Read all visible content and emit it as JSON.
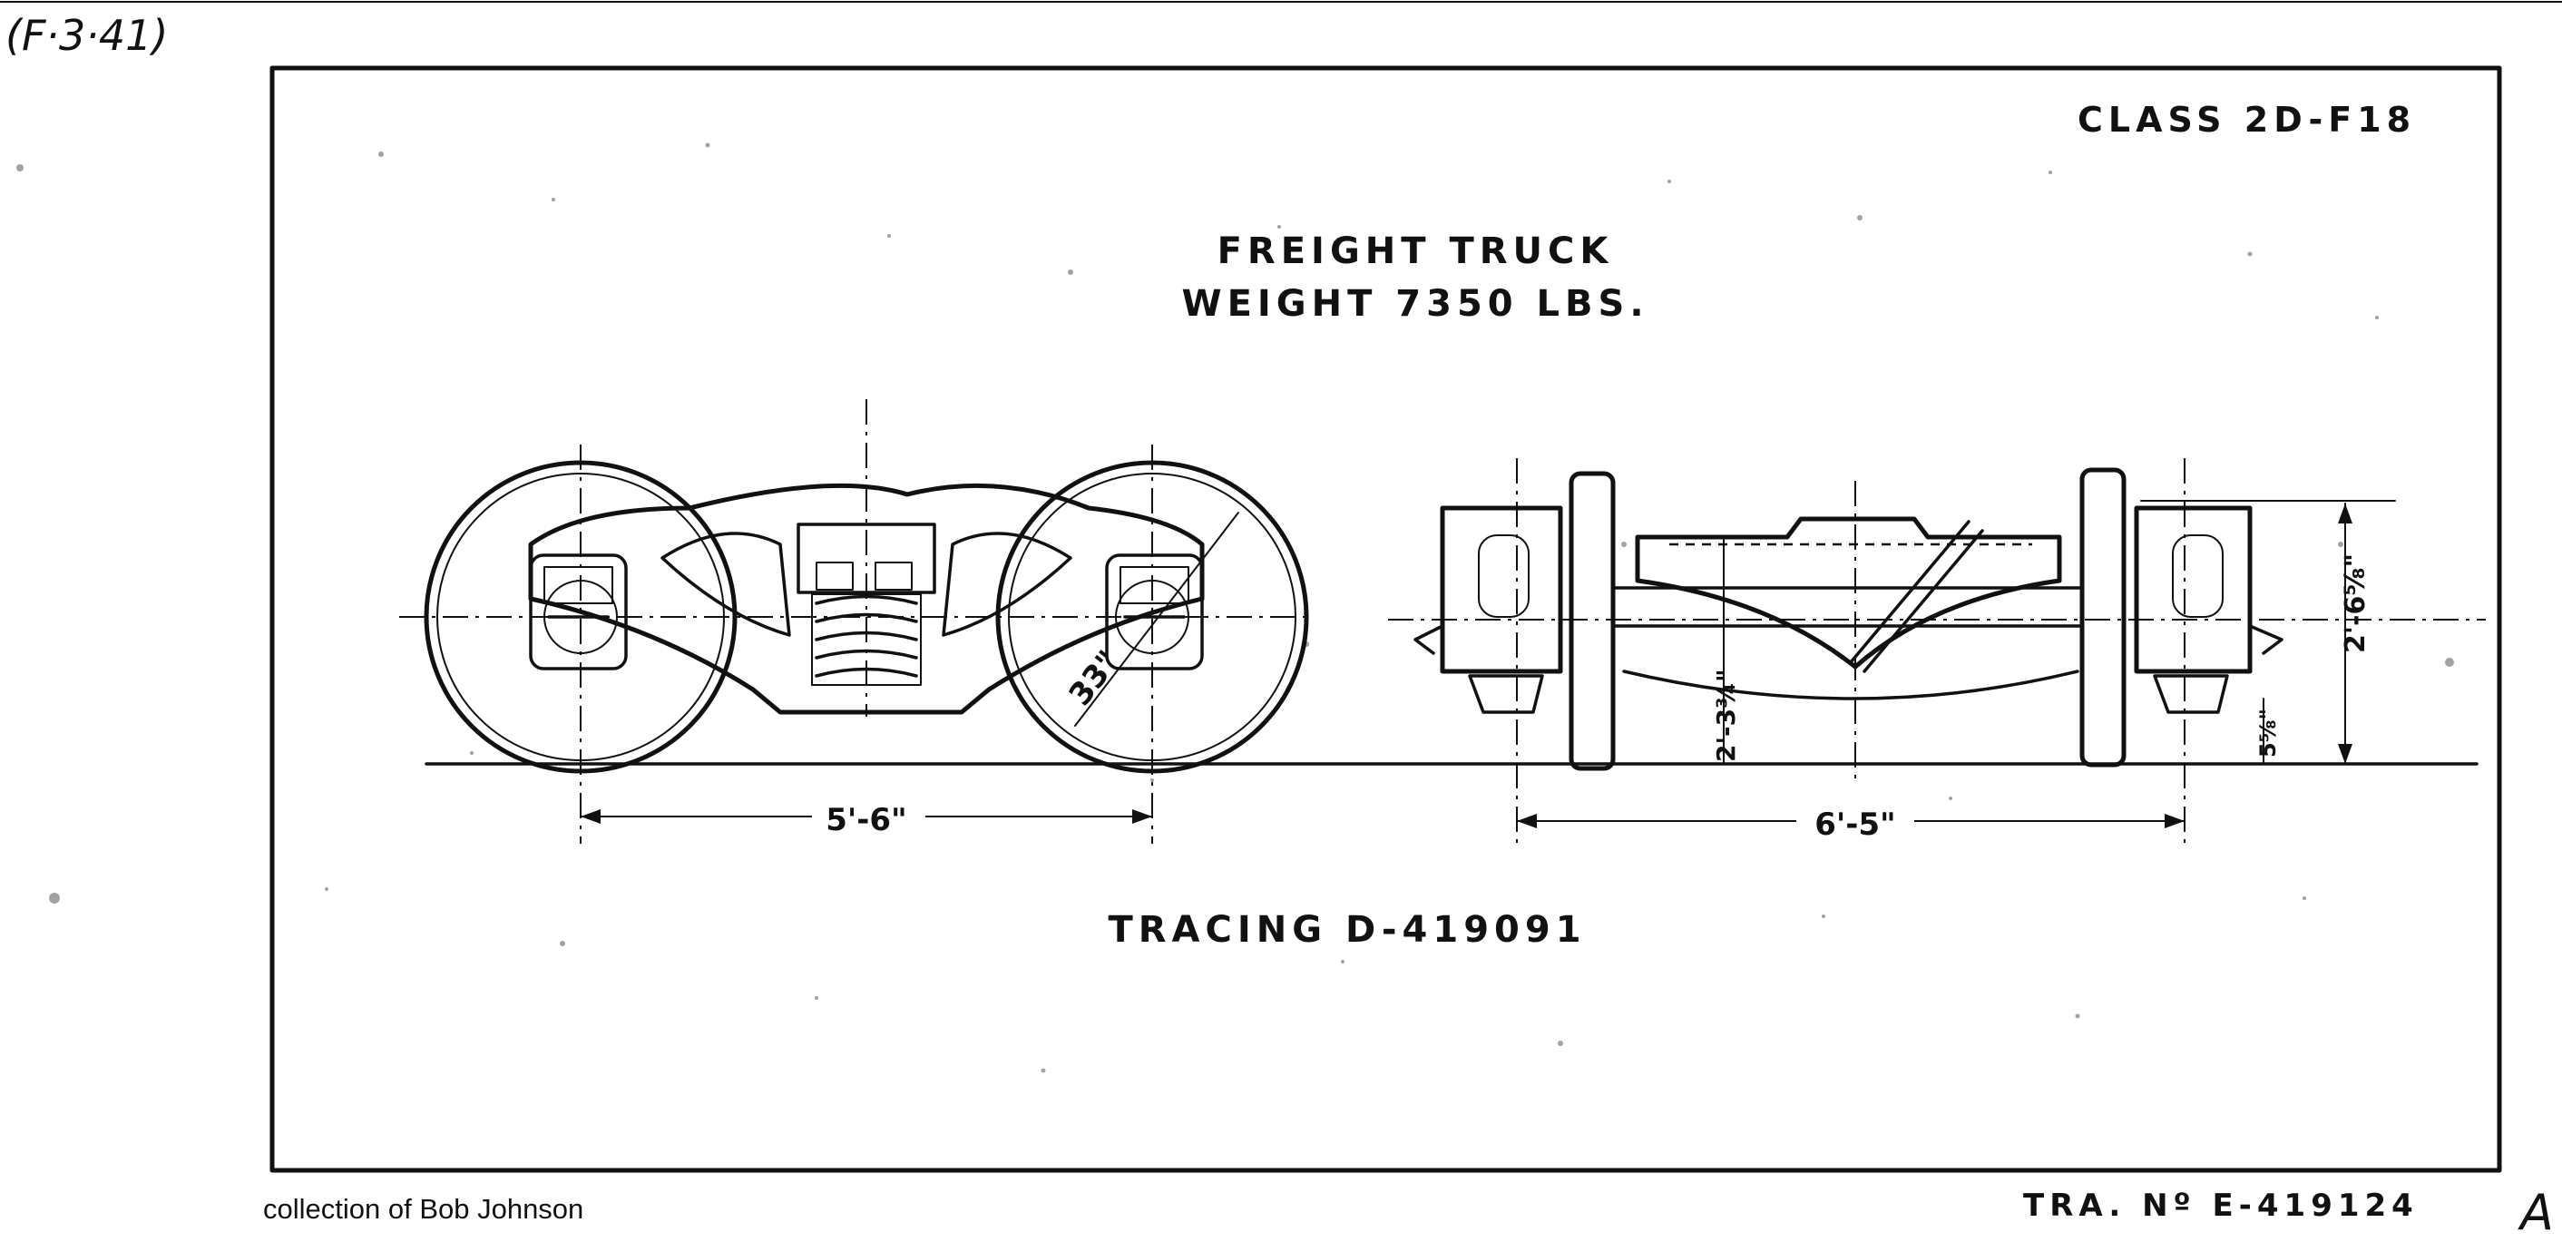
{
  "sheet_ref": "(F·3·41)",
  "class_label": "CLASS 2D-F18",
  "title": {
    "line1": "FREIGHT TRUCK",
    "line2": "WEIGHT 7350 LBS."
  },
  "dimensions": {
    "wheel_base": "5'-6\"",
    "wheel_diameter": "33\"",
    "axle_span": "6'-5\"",
    "bolster_height": "2'-3¾\"",
    "overall_height": "2'-6⅝\"",
    "journal_height": "5⅝\""
  },
  "tracing": "TRACING D-419091",
  "credit": "collection of Bob Johnson",
  "tracing_number": "TRA. Nº E-419124",
  "corner_mark": "A"
}
